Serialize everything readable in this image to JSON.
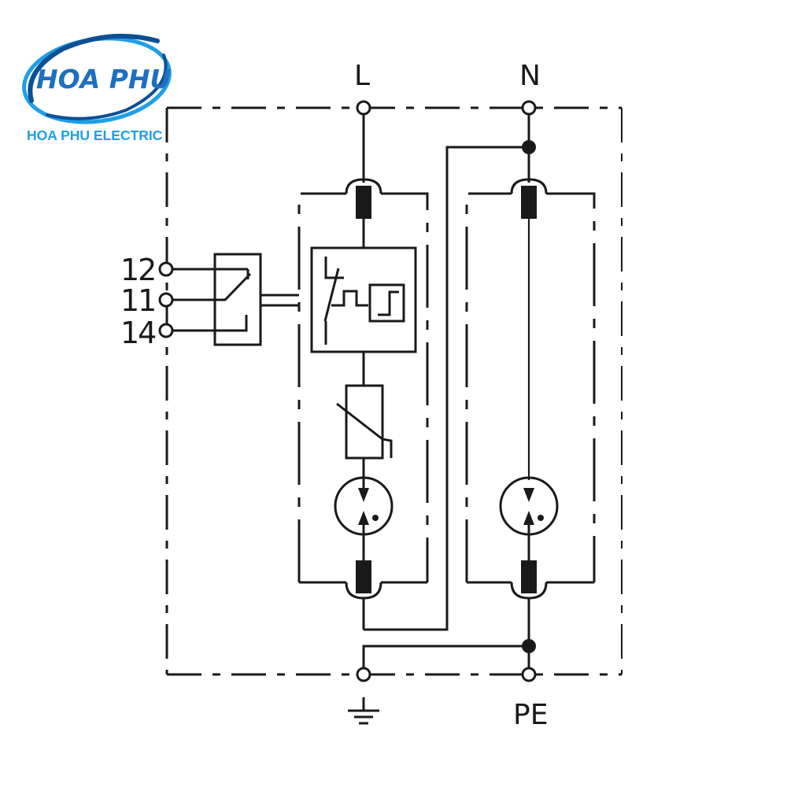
{
  "logo": {
    "brand": "HOA PHU",
    "company": "HOA PHU ELECTRIC",
    "colors": {
      "primary": "#1e6fc0",
      "secondary": "#1da0e6",
      "ring_dark": "#0d4f94"
    }
  },
  "diagram": {
    "title_type": "Surge protective device wiring schematic",
    "terminals": {
      "line": "L",
      "neutral": "N",
      "earth_symbol": "earth-ground",
      "protective_earth": "PE"
    },
    "aux_contacts": [
      "12",
      "11",
      "14"
    ],
    "components": [
      {
        "id": "fuse-l-top",
        "type": "fuse"
      },
      {
        "id": "thermal-disconnector",
        "type": "thermal disconnector with remote signaling"
      },
      {
        "id": "varistor",
        "type": "varistor (MOV)"
      },
      {
        "id": "gdt-l",
        "type": "gas discharge tube"
      },
      {
        "id": "fuse-l-bottom",
        "type": "fuse"
      },
      {
        "id": "fuse-n-top",
        "type": "fuse"
      },
      {
        "id": "gdt-n",
        "type": "gas discharge tube"
      },
      {
        "id": "fuse-n-bottom",
        "type": "fuse"
      }
    ],
    "colors": {
      "line": "#1a1a1a",
      "background": "#ffffff"
    }
  }
}
